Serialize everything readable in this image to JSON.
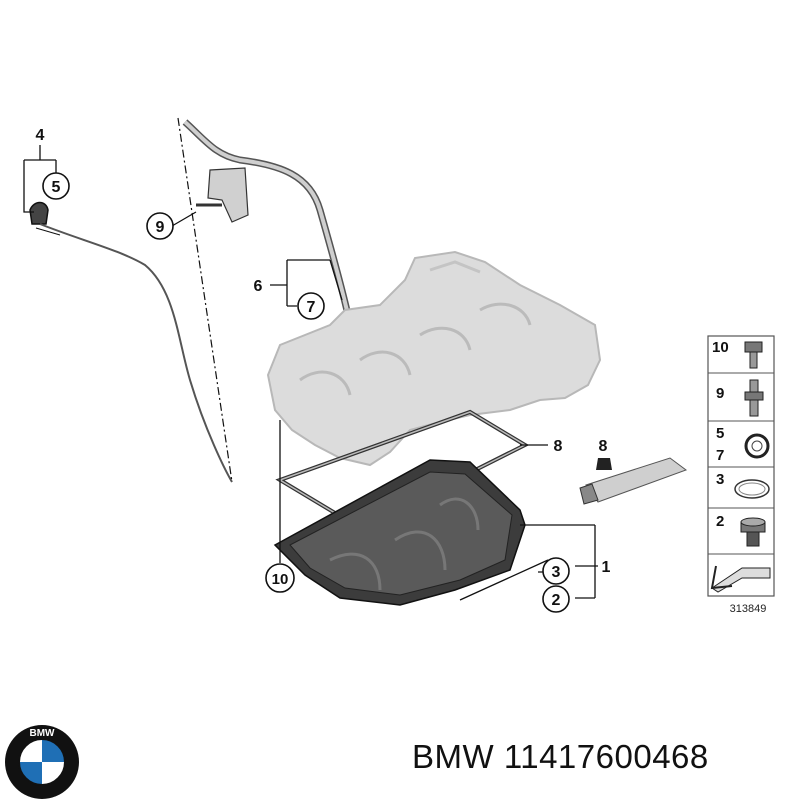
{
  "callouts": {
    "c1": "1",
    "c2": "2",
    "c3": "3",
    "c4": "4",
    "c5": "5",
    "c6": "6",
    "c7": "7",
    "c8": "8",
    "c8b": "8",
    "c9": "9",
    "c10": "10"
  },
  "legend": {
    "r10": "10",
    "r9": "9",
    "r5": "5",
    "r7": "7",
    "r3": "3",
    "r2": "2"
  },
  "ref_number": "313849",
  "logo": {
    "letters": "BMW",
    "colors": {
      "blue": "#1f6fb5",
      "ring": "#111111",
      "white": "#ffffff"
    }
  },
  "caption": "BMW 11417600468",
  "colors": {
    "line": "#111111",
    "part_gray": "#d8d8d8",
    "pan_dark": "#3a3a3a",
    "legend_border": "#555555"
  }
}
